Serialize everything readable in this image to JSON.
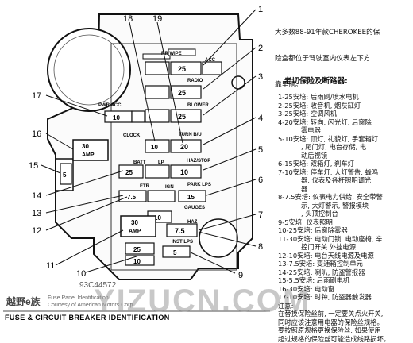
{
  "intro": [
    "大多数88-91年款CHEROKEE的保",
    "险盒都位于驾驶室内仪表左下方",
    "靠里侧。"
  ],
  "legend_title": "老切保险及断路器:",
  "legend": [
    "1-25安培: 后雨刷/喷水电机",
    "2-25安培: 收音机, 烟灰缸灯",
    "3-25安培: 空调风机",
    "4-20安培: 转向, 闪光灯, 后窗除",
    "           雾电器",
    "5-10安培: 顶灯, 礼貌灯, 手套箱灯",
    "           , 尾门灯, 电台存储, 电",
    "           动后视镜",
    "6-15安培: 双箱灯, 刹车灯",
    "7-10安培: 停车灯, 大灯警告, 蜂鸣",
    "           器, 仪表及各杆照明调光",
    "           器",
    "8-7.5安培: 仪表电力供给, 安全带警",
    "           示, 大灯警示, 警报模块",
    "           , 头顶控制台",
    "9-5安培: 仪表照明",
    "10-25安培: 后窗除雾器",
    "11-30安培: 电动门锁, 电动座椅, 辛",
    "           控门开关 外挂电源",
    "12-10安培: 电台天线电源及电源",
    "13-7.5安培: 变速箱控制单元",
    "14-25安培: 喇叭, 防盗警报器",
    "15-5.5安培: 后雨刷电机",
    "16-30安培: 电动窗",
    "17-10安培: 时钟, 防盗器触发器",
    "注意:",
    "在替换保险丝前, 一定要关点火开关,",
    "同时应该注意用电器的保险丝规格。",
    "要按照原规格更换保险丝, 如果使用",
    "超过规格的保险丝可能造成线路损坏。"
  ],
  "callouts": [
    "1",
    "2",
    "3",
    "4",
    "5",
    "6",
    "7",
    "8",
    "9",
    "10",
    "11",
    "12",
    "13",
    "14",
    "15",
    "16",
    "17",
    "18",
    "19"
  ],
  "box_labels": {
    "rr_wipe": "RR WIPE",
    "acc": "ACC",
    "radio": "RADIO",
    "blower": "BLOWER",
    "pwr_acc": "PWR ACC",
    "clock": "CLOCK",
    "turn_bu": "TURN B/U",
    "batt": "BATT",
    "lp": "LP",
    "haz_stop": "HAZ/STOP",
    "etr": "ETR",
    "ign": "IGN",
    "park_lps": "PARK LPS",
    "gauges": "GAUGES",
    "haz": "HAZ",
    "inst_lps": "INST LPS",
    "amp": "AMP",
    "val_30amp_upper": "30",
    "val_30amp_lower": "30"
  },
  "fuse_values": {
    "f1": "25",
    "f2": "25",
    "f3": "25",
    "f4": "20",
    "f5": "10",
    "f6": "15",
    "f7": "10",
    "f8": "7.5",
    "f9": "5",
    "f10": "25",
    "f12": "10",
    "f13": "7.5",
    "f14": "25",
    "f15": "5",
    "f17": "10",
    "f_lower_left": "10",
    "f_row6_right": "15",
    "f_row6_left": "10",
    "f_row3_left": "10",
    "f_row4_mid": "20",
    "f_row4_left": "10",
    "f_row5_right": "10",
    "f_row7_left": "25",
    "f_row7_mid": "10"
  },
  "code": "93C44572",
  "footer_en": "FUSE & CIRCUIT BREAKER IDENTIFICATION",
  "footer_small": [
    "Fuse Panel Identification",
    "Courtesy of American Motors Corp."
  ],
  "watermark_left": "越野e族",
  "watermark_main": "YIZUCN.COM"
}
